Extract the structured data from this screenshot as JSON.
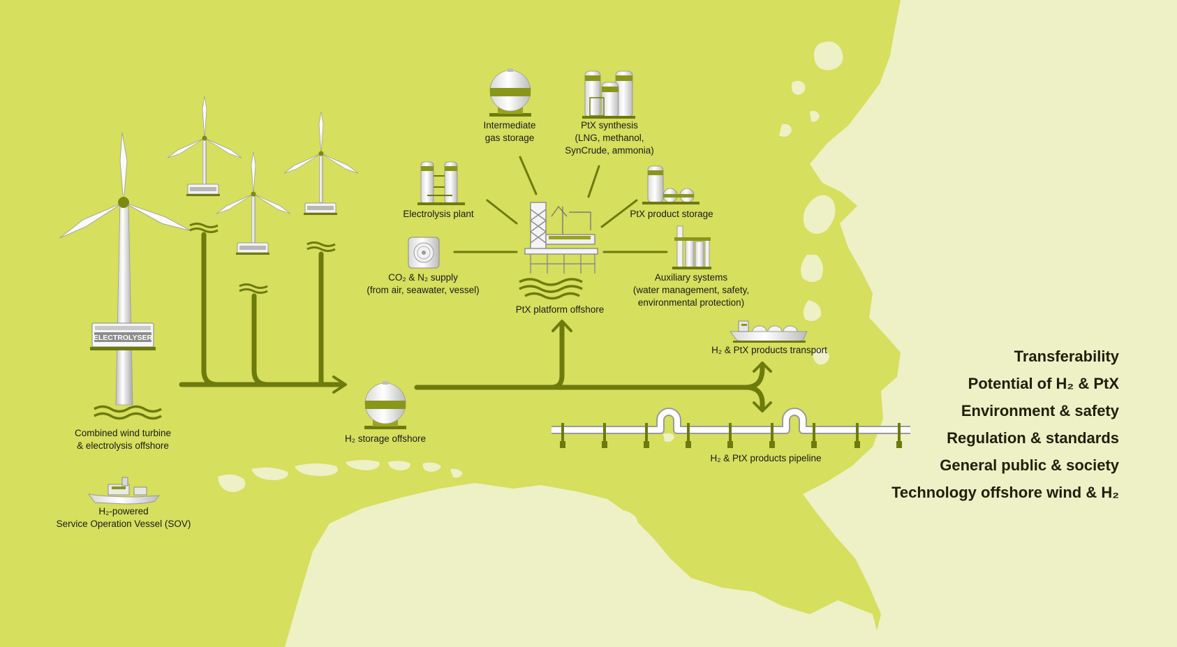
{
  "colors": {
    "sea": "#d6df5e",
    "land": "#eef0c6",
    "accent": "#6d7a0c",
    "text": "#1a1a1a"
  },
  "labels": {
    "combined": "Combined wind turbine\n& electrolysis offshore",
    "sov": "H₂-powered\nService Operation Vessel (SOV)",
    "h2_storage": "H₂ storage offshore",
    "electrolysis": "Electrolysis plant",
    "co2_supply": "CO₂ & N₂ supply\n(from air, seawater, vessel)",
    "intermediate": "Intermediate\ngas storage",
    "ptx_synthesis": "PtX synthesis\n(LNG, methanol,\nSynCrude, ammonia)",
    "ptx_product_storage": "PtX product storage",
    "auxiliary": "Auxiliary systems\n(water management, safety,\nenvironmental protection)",
    "platform": "PtX platform offshore",
    "transport": "H₂ & PtX products transport",
    "pipeline": "H₂ & PtX products pipeline",
    "electrolyser_sign": "ELECTROLYSER"
  },
  "topics": [
    "Transferability",
    "Potential of H₂ & PtX",
    "Environment & safety",
    "Regulation & standards",
    "General public & society",
    "Technology offshore wind & H₂"
  ],
  "icons": [
    "wind-turbine-icon",
    "electrolyser-icon",
    "gas-tank-icon",
    "ptx-platform-icon",
    "ship-icon",
    "pipeline-icon",
    "factory-icon",
    "air-fan-icon",
    "storage-tanks-icon"
  ]
}
